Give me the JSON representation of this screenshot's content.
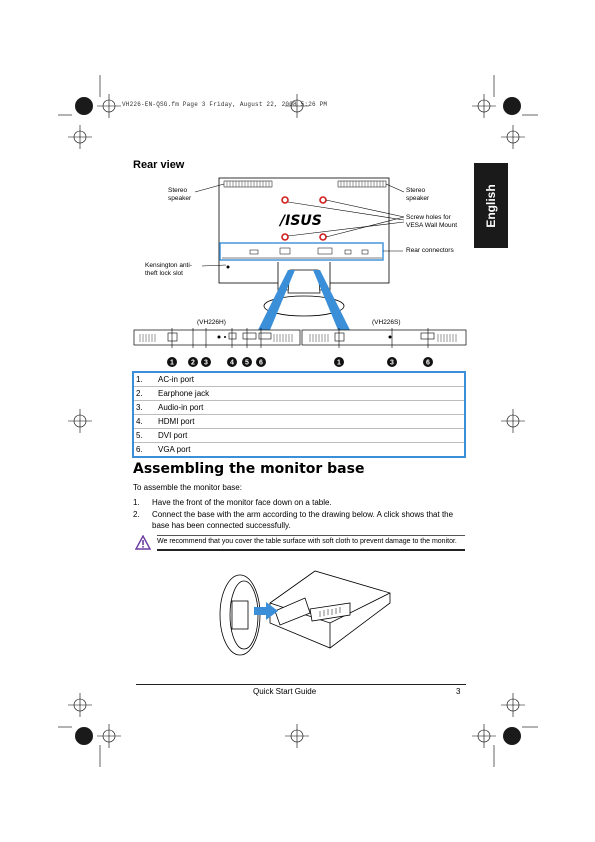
{
  "header": {
    "file_line": "VH226-EN-QSG.fm  Page 3  Friday, August 22, 2008  5:26 PM"
  },
  "language_tab": "English",
  "rear_view": {
    "title": "Rear view",
    "brand_logo": "/ISUS",
    "callouts": {
      "stereo_left": [
        "Stereo",
        "speaker"
      ],
      "stereo_right": [
        "Stereo",
        "speaker"
      ],
      "screw_holes": [
        "Screw holes for",
        "VESA Wall Mount"
      ],
      "rear_connectors": "Rear connectors",
      "kensington": [
        "Kensington anti-",
        "theft lock slot"
      ]
    },
    "models": {
      "left": "(VH226H)",
      "right": "(VH226S)"
    },
    "port_markers_left": [
      "1",
      "2",
      "3",
      "4",
      "5",
      "6"
    ],
    "port_markers_right": [
      "1",
      "3",
      "6"
    ]
  },
  "ports": [
    {
      "num": "1.",
      "label": "AC-in port"
    },
    {
      "num": "2.",
      "label": "Earphone jack"
    },
    {
      "num": "3.",
      "label": "Audio-in port"
    },
    {
      "num": "4.",
      "label": "HDMI port"
    },
    {
      "num": "5.",
      "label": "DVI port"
    },
    {
      "num": "6.",
      "label": "VGA port"
    }
  ],
  "assembly": {
    "title": "Assembling the monitor base",
    "intro": "To assemble the monitor base:",
    "steps": [
      {
        "num": "1.",
        "text": "Have the front of the monitor face down on a table."
      },
      {
        "num": "2.",
        "text": "Connect the base with the arm according to the drawing below. A click shows that the base has been connected successfully."
      }
    ],
    "note": "We recommend that you cover the table surface with soft cloth to prevent damage to the monitor."
  },
  "footer": {
    "guide": "Quick Start Guide",
    "page": "3"
  }
}
